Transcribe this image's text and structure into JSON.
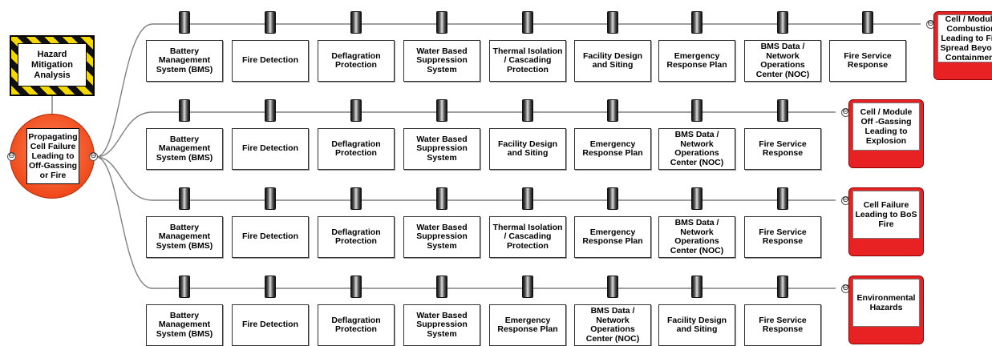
{
  "hazard": {
    "label": "Hazard Mitigation Analysis"
  },
  "top_event": {
    "label": "Propagating Cell Failure Leading to Off-Gassing or Fire"
  },
  "rows": [
    {
      "barriers": [
        "Battery Management System (BMS)",
        "Fire Detection",
        "Deflagration Protection",
        "Water Based Suppression System",
        "Thermal Isolation / Cascading Protection",
        "Facility Design and Siting",
        "Emergency Response Plan",
        "BMS Data / Network Operations Center (NOC)",
        "Fire Service Response"
      ],
      "consequence": "Cell / Module Combustion Leading to Fire Spread Beyond Containment"
    },
    {
      "barriers": [
        "Battery Management System (BMS)",
        "Fire Detection",
        "Deflagration Protection",
        "Water Based Suppression System",
        "Facility Design and Siting",
        "Emergency Response Plan",
        "BMS Data / Network Operations Center (NOC)",
        "Fire Service Response"
      ],
      "consequence": "Cell / Module Off -Gassing Leading to Explosion"
    },
    {
      "barriers": [
        "Battery Management System (BMS)",
        "Fire Detection",
        "Deflagration Protection",
        "Water Based Suppression System",
        "Thermal Isolation / Cascading Protection",
        "Emergency Response Plan",
        "BMS Data / Network Operations Center (NOC)",
        "Fire Service Response"
      ],
      "consequence": "Cell Failure Leading to BoS Fire"
    },
    {
      "barriers": [
        "Battery Management System (BMS)",
        "Fire Detection",
        "Deflagration Protection",
        "Water Based Suppression System",
        "Emergency Response Plan",
        "BMS Data / Network Operations Center (NOC)",
        "Facility Design and Siting",
        "Fire Service Response"
      ],
      "consequence": "Environmental Hazards"
    }
  ],
  "colors": {
    "hazard_stripe": "#f4d800",
    "top_event": "#f04a1c",
    "consequence": "#e82222",
    "line": "#808080"
  },
  "toggle_symbol": "⊖"
}
